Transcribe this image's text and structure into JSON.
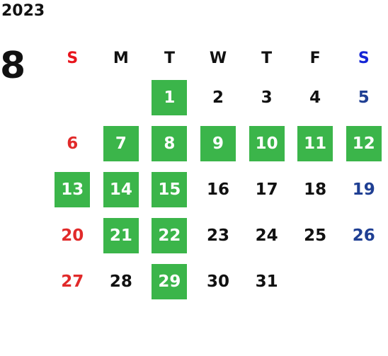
{
  "year": "2023",
  "month": "8",
  "weekdays": [
    "S",
    "M",
    "T",
    "W",
    "T",
    "F",
    "S"
  ],
  "colors": {
    "highlight": "#3bb54a",
    "sunday_header": "#e8141c",
    "saturday_header": "#1425d6",
    "sunday": "#e12a2a",
    "saturday": "#1f3f93",
    "text": "#111111"
  },
  "weeks": [
    [
      {
        "label": ""
      },
      {
        "label": ""
      },
      {
        "label": "1",
        "highlight": true
      },
      {
        "label": "2"
      },
      {
        "label": "3"
      },
      {
        "label": "4"
      },
      {
        "label": "5"
      }
    ],
    [
      {
        "label": "6"
      },
      {
        "label": "7",
        "highlight": true
      },
      {
        "label": "8",
        "highlight": true
      },
      {
        "label": "9",
        "highlight": true
      },
      {
        "label": "10",
        "highlight": true
      },
      {
        "label": "11",
        "highlight": true
      },
      {
        "label": "12",
        "highlight": true
      }
    ],
    [
      {
        "label": "13",
        "highlight": true
      },
      {
        "label": "14",
        "highlight": true
      },
      {
        "label": "15",
        "highlight": true
      },
      {
        "label": "16"
      },
      {
        "label": "17"
      },
      {
        "label": "18"
      },
      {
        "label": "19"
      }
    ],
    [
      {
        "label": "20"
      },
      {
        "label": "21",
        "highlight": true
      },
      {
        "label": "22",
        "highlight": true
      },
      {
        "label": "23"
      },
      {
        "label": "24"
      },
      {
        "label": "25"
      },
      {
        "label": "26"
      }
    ],
    [
      {
        "label": "27"
      },
      {
        "label": "28"
      },
      {
        "label": "29",
        "highlight": true
      },
      {
        "label": "30"
      },
      {
        "label": "31"
      },
      {
        "label": ""
      },
      {
        "label": ""
      }
    ]
  ]
}
